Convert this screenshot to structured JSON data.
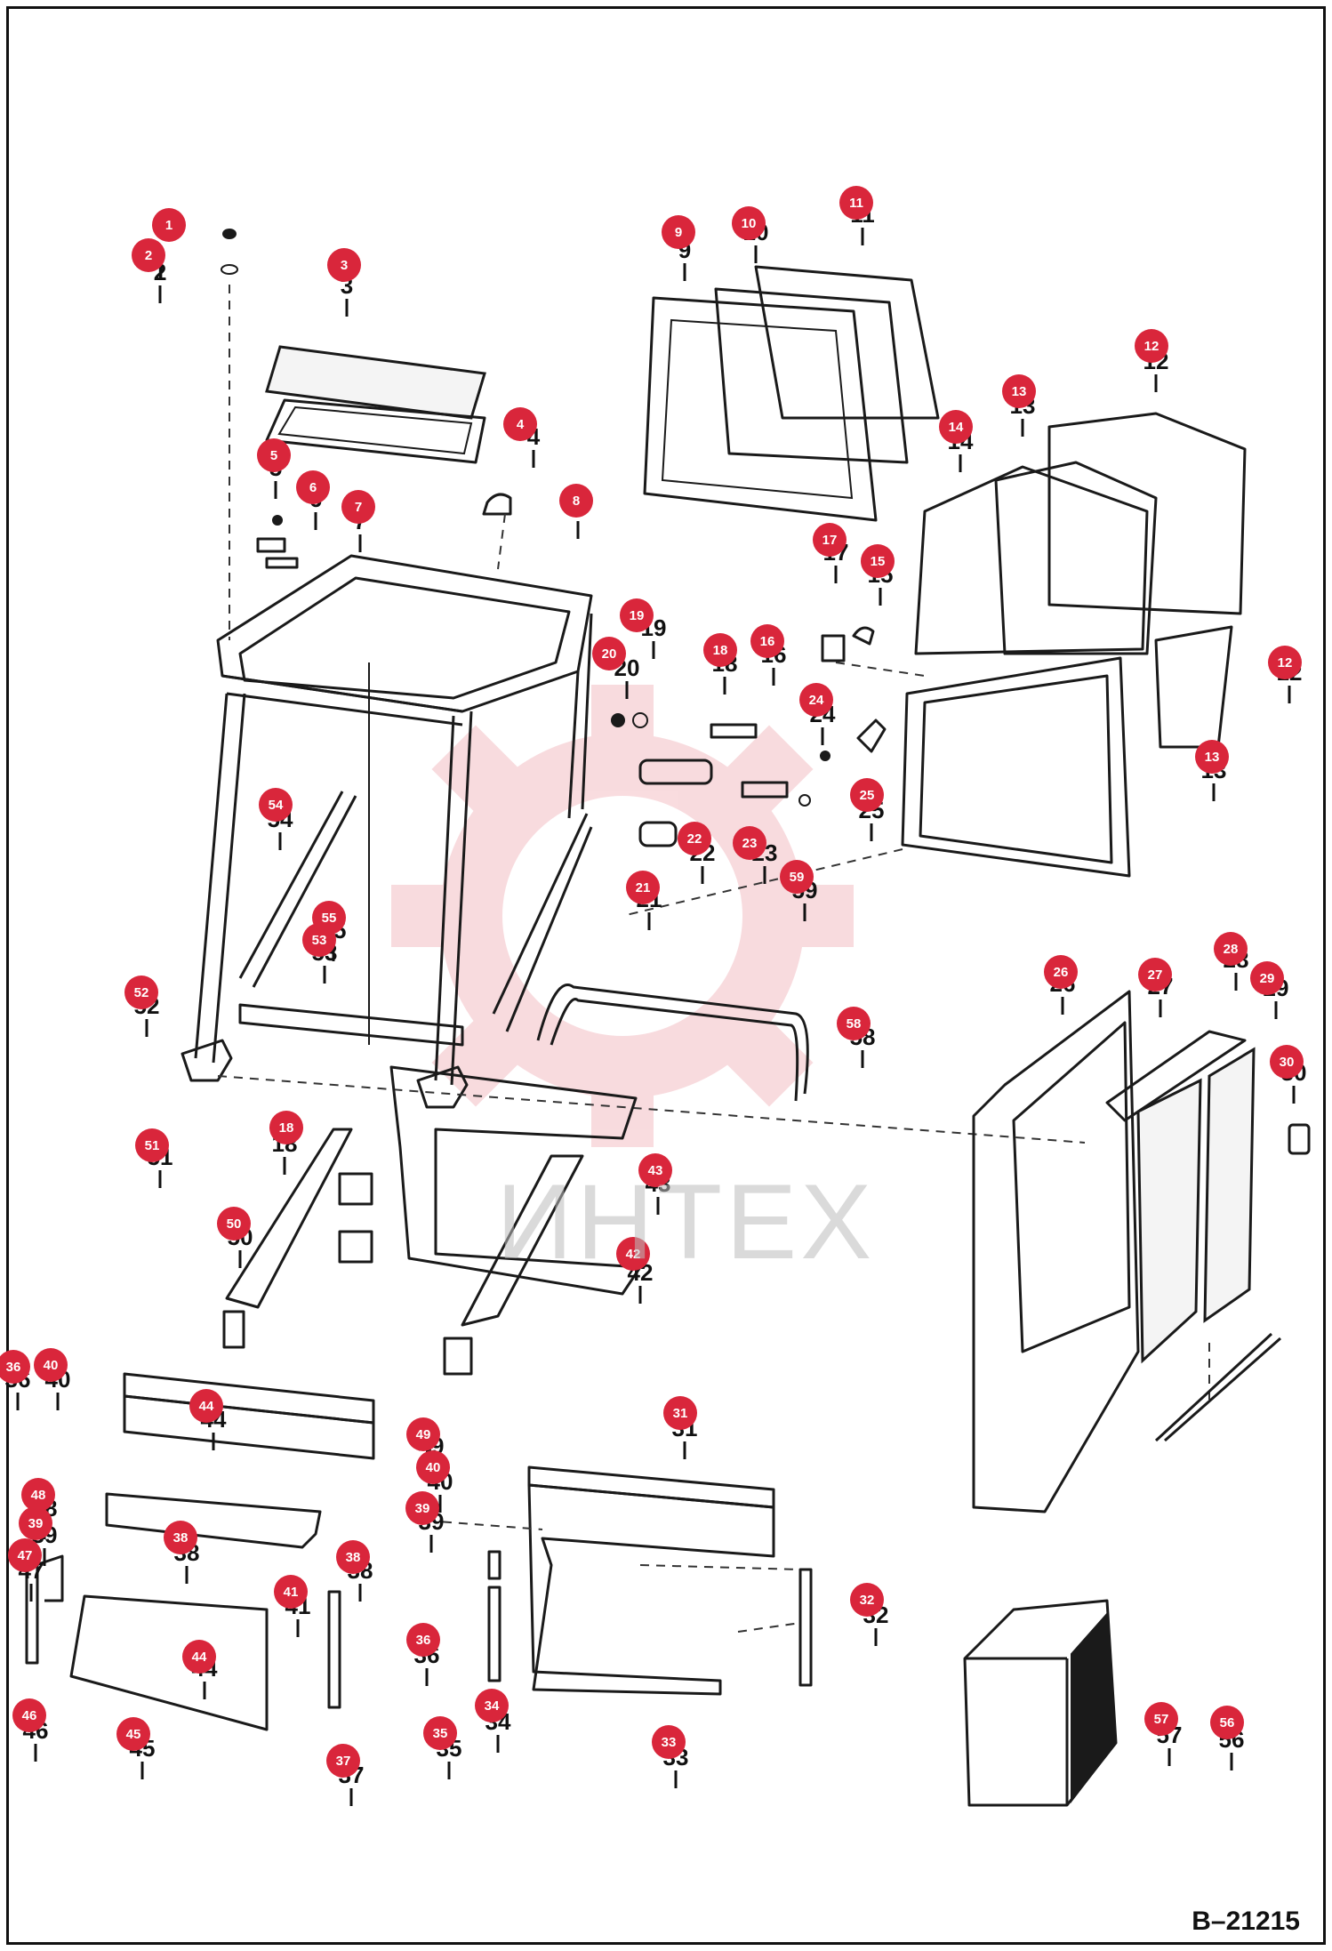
{
  "watermark": "ИНТЕХ",
  "reference_code": "B–21215",
  "callouts": [
    {
      "label": "1"
    },
    {
      "label": "2"
    },
    {
      "label": "3"
    },
    {
      "label": "4"
    },
    {
      "label": "5"
    },
    {
      "label": "6"
    },
    {
      "label": "7"
    },
    {
      "label": "8"
    },
    {
      "label": "9"
    },
    {
      "label": "10"
    },
    {
      "label": "11"
    },
    {
      "label": "12"
    },
    {
      "label": "12"
    },
    {
      "label": "13"
    },
    {
      "label": "13"
    },
    {
      "label": "14"
    },
    {
      "label": "15"
    },
    {
      "label": "16"
    },
    {
      "label": "17"
    },
    {
      "label": "18"
    },
    {
      "label": "18"
    },
    {
      "label": "19"
    },
    {
      "label": "20"
    },
    {
      "label": "21"
    },
    {
      "label": "22"
    },
    {
      "label": "23"
    },
    {
      "label": "24"
    },
    {
      "label": "25"
    },
    {
      "label": "26"
    },
    {
      "label": "27"
    },
    {
      "label": "28"
    },
    {
      "label": "29"
    },
    {
      "label": "30"
    },
    {
      "label": "31"
    },
    {
      "label": "32"
    },
    {
      "label": "33"
    },
    {
      "label": "34"
    },
    {
      "label": "35"
    },
    {
      "label": "36"
    },
    {
      "label": "36"
    },
    {
      "label": "37"
    },
    {
      "label": "38"
    },
    {
      "label": "38"
    },
    {
      "label": "39"
    },
    {
      "label": "39"
    },
    {
      "label": "40"
    },
    {
      "label": "40"
    },
    {
      "label": "41"
    },
    {
      "label": "42"
    },
    {
      "label": "43"
    },
    {
      "label": "44"
    },
    {
      "label": "44"
    },
    {
      "label": "45"
    },
    {
      "label": "46"
    },
    {
      "label": "47"
    },
    {
      "label": "48"
    },
    {
      "label": "49"
    },
    {
      "label": "50"
    },
    {
      "label": "51"
    },
    {
      "label": "52"
    },
    {
      "label": "53"
    },
    {
      "label": "54"
    },
    {
      "label": "55"
    },
    {
      "label": "56"
    },
    {
      "label": "57"
    },
    {
      "label": "58"
    },
    {
      "label": "59"
    }
  ],
  "colors": {
    "badge": "#d9263b",
    "line": "#1a1a1a",
    "watermark": "#d9263b"
  }
}
